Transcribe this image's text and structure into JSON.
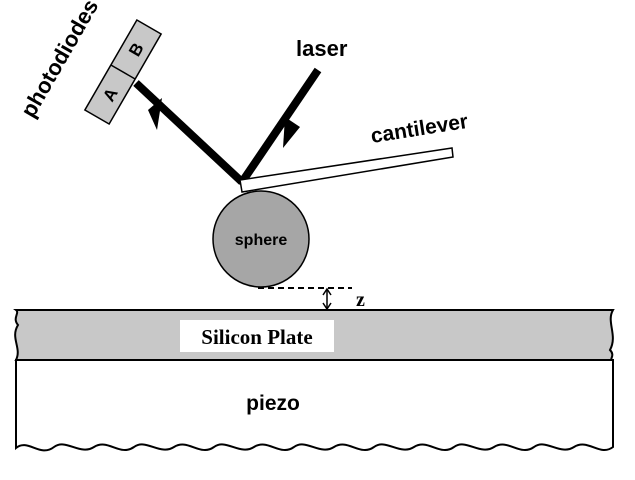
{
  "labels": {
    "photodiodes": "photodiodes",
    "diode_a": "A",
    "diode_b": "B",
    "laser": "laser",
    "cantilever": "cantilever",
    "sphere": "sphere",
    "gap": "z",
    "silicon_plate": "Silicon Plate",
    "piezo": "piezo"
  },
  "colors": {
    "fill_gray": "#c8c8c8",
    "stroke": "#000000",
    "background": "#ffffff"
  }
}
